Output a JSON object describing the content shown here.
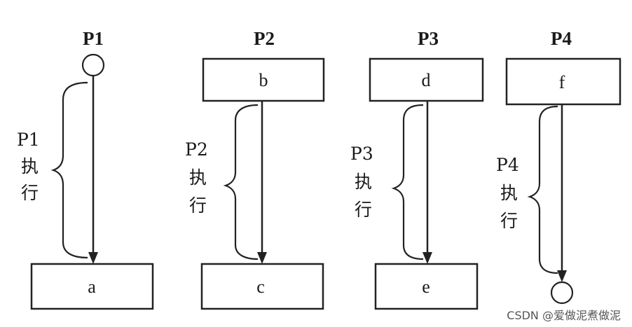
{
  "processes": [
    {
      "title": "P1",
      "top_box": "",
      "bottom_box": "a",
      "exec_lines": [
        "P1",
        "执",
        "行"
      ]
    },
    {
      "title": "P2",
      "top_box": "b",
      "bottom_box": "c",
      "exec_lines": [
        "P2",
        "执",
        "行"
      ]
    },
    {
      "title": "P3",
      "top_box": "d",
      "bottom_box": "e",
      "exec_lines": [
        "P3",
        "执",
        "行"
      ]
    },
    {
      "title": "P4",
      "top_box": "f",
      "bottom_box": "",
      "exec_lines": [
        "P4",
        "执",
        "行"
      ]
    }
  ],
  "watermark": "CSDN @爱做泥煮做泥"
}
